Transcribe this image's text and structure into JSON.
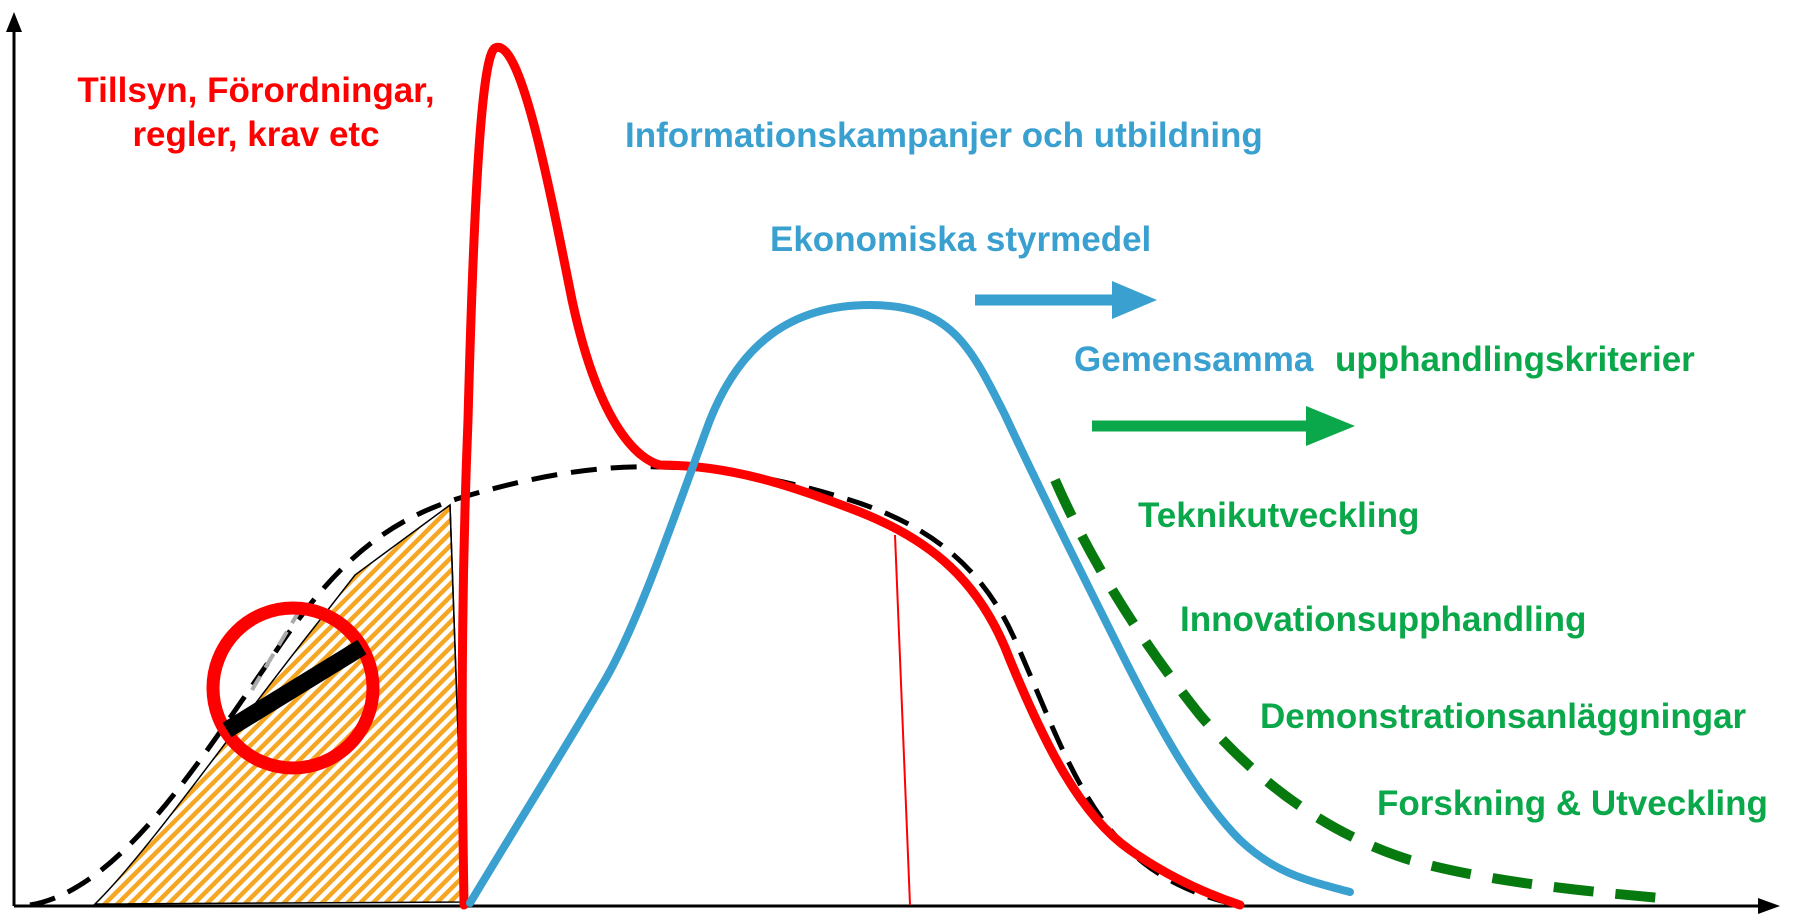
{
  "labels": {
    "regulation_line1": "Tillsyn, Förordningar,",
    "regulation_line2": "regler, krav etc",
    "information": "Informationskampanjer och utbildning",
    "economic": "Ekonomiska styrmedel",
    "joint_prefix": "Gemensamma",
    "joint_rest": "upphandlingskriterier",
    "technology": "Teknikutveckling",
    "innovation": "Innovationsupphandling",
    "demonstration": "Demonstrationsanläggningar",
    "research": "Forskning & Utveckling"
  },
  "colors": {
    "red": "#ff0000",
    "blue": "#3aa0d0",
    "green": "#0aa84a",
    "dark_green": "#067a0e",
    "orange": "#f5a623",
    "black": "#000000"
  },
  "icons": {
    "prohibition": "no-entry-sign-icon"
  }
}
